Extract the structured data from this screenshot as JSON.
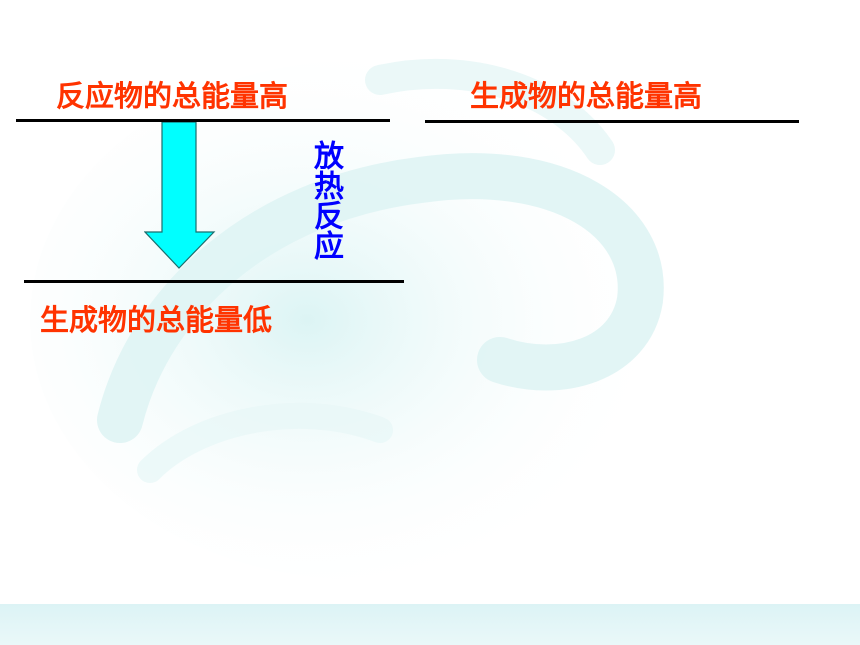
{
  "labels": {
    "reactant_high": "反应物的总能量高",
    "product_high": "生成物的总能量高",
    "product_low": "生成物的总能量低",
    "exothermic": "放热反应"
  },
  "colors": {
    "label_red": "#ff3300",
    "label_blue": "#0000ff",
    "arrow_fill": "#00ffff",
    "arrow_stroke": "#1a6d6d",
    "line": "#000000",
    "background_tint": "#e8f8f8",
    "footer_band": "#e4f6f7"
  }
}
